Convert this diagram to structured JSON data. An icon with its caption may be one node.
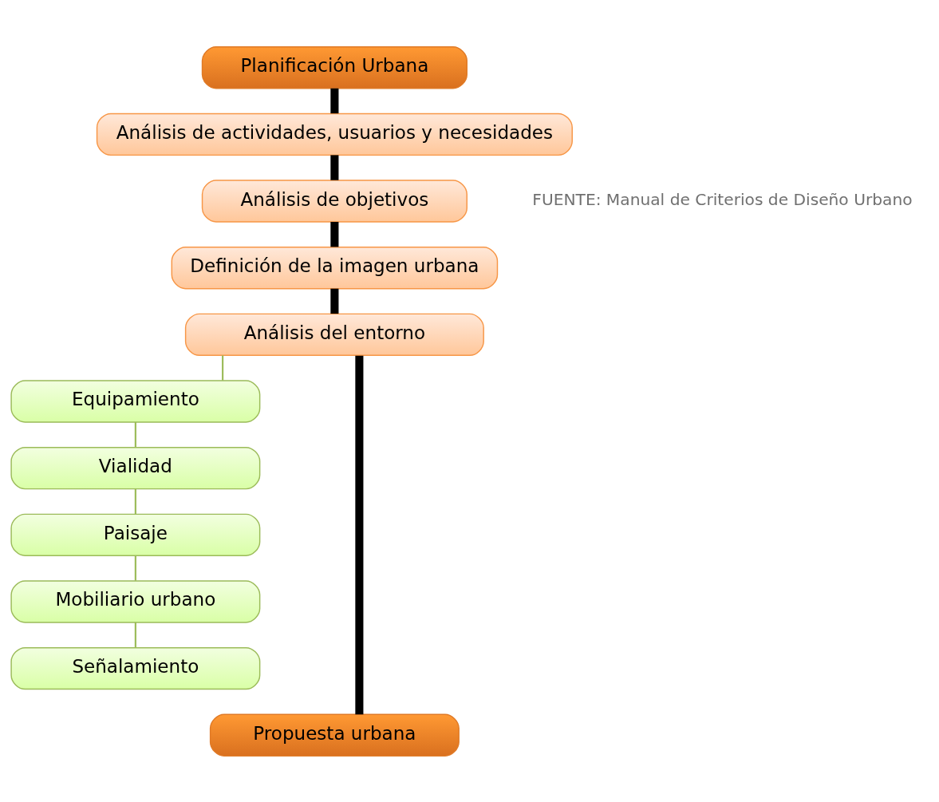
{
  "diagram": {
    "nodes": [
      {
        "text": [
          "Planificación Urbana"
        ]
      },
      {
        "text": [
          "Análisis de actividades, usuarios y necesidades"
        ]
      },
      {
        "text": [
          "Análisis de objetivos"
        ]
      },
      {
        "text": [
          "Definición de la imagen urbana"
        ]
      },
      {
        "text": [
          "Análisis del entorno"
        ]
      },
      {
        "text": [
          "Equipamiento"
        ]
      },
      {
        "text": [
          "Vialidad"
        ]
      },
      {
        "text": [
          "Paisaje"
        ]
      },
      {
        "text": [
          "Mobiliario urbano"
        ]
      },
      {
        "text": [
          "Señalamiento"
        ]
      },
      {
        "text": [
          "Propuesta urbana"
        ]
      }
    ],
    "edges": [
      {
        "from": 0,
        "to": 1,
        "arrow": "none",
        "style": "thick"
      },
      {
        "from": 1,
        "to": 2,
        "arrow": "none",
        "style": "thick"
      },
      {
        "from": 2,
        "to": 3,
        "arrow": "none",
        "style": "thick"
      },
      {
        "from": 3,
        "to": 4,
        "arrow": "none",
        "style": "thick"
      },
      {
        "from": 4,
        "to": 10,
        "arrow": "none",
        "style": "thick"
      },
      {
        "from": 4,
        "to": 5,
        "arrow": "none",
        "color": "#9bbb59"
      },
      {
        "from": 5,
        "to": 6,
        "arrow": "none",
        "color": "#9bbb59"
      },
      {
        "from": 6,
        "to": 7,
        "arrow": "none",
        "color": "#9bbb59"
      },
      {
        "from": 7,
        "to": 8,
        "arrow": "none",
        "color": "#9bbb59"
      },
      {
        "from": 8,
        "to": 9,
        "arrow": "none",
        "color": "#9bbb59"
      }
    ],
    "labels": [
      "FUENTE: Manual de Criterios de Diseño Urbano"
    ]
  }
}
